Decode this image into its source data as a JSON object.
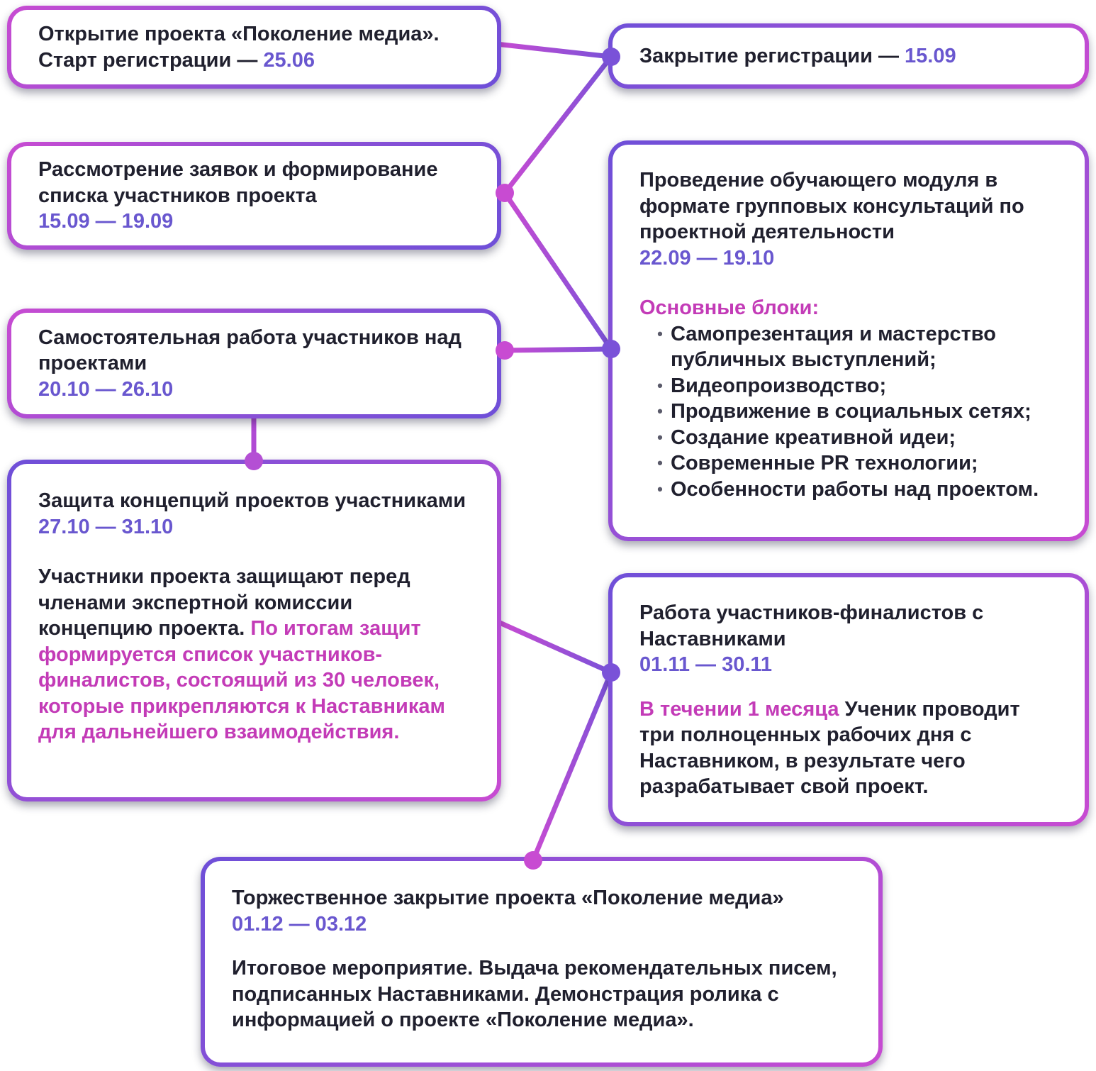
{
  "colors": {
    "border_purple": "#6e4fd8",
    "border_magenta": "#c84bd2",
    "date_purple": "#6957cf",
    "accent_pink": "#c33bb7",
    "text_dark": "#20202e",
    "background": "#ffffff"
  },
  "boxes": {
    "opening": {
      "text": "Открытие проекта «Поколение медиа». Старт регистрации — ",
      "date": "25.06"
    },
    "registration_close": {
      "text": "Закрытие регистрации — ",
      "date": "15.09"
    },
    "applications": {
      "title": "Рассмотрение заявок и формирование списка участников проекта",
      "date": "15.09 — 19.09"
    },
    "training_module": {
      "title": "Проведение обучающего модуля в формате групповых консультаций по проектной деятельности",
      "date": "22.09 — 19.10",
      "blocks_heading": "Основные блоки:",
      "bullets": [
        "Самопрезентация и мастерство публичных выступлений;",
        "Видеопроизводство;",
        "Продвижение в социальных сетях;",
        "Создание креативной идеи;",
        "Современные PR технологии;",
        "Особенности работы над проектом."
      ]
    },
    "independent_work": {
      "title": "Самостоятельная работа участников над проектами",
      "date": "20.10 — 26.10"
    },
    "defense": {
      "title": "Защита концепций проектов участниками",
      "date": "27.10 — 31.10",
      "paragraph_plain": "Участники проекта защищают перед членами экспертной комиссии концепцию проекта. ",
      "paragraph_accent": "По итогам защит формируется список участников-финалистов, состоящий из 30 человек, которые прикрепляются к Наставникам для дальнейшего взаимодействия."
    },
    "mentors": {
      "title": "Работа участников-финалистов с Наставниками",
      "date": "01.11 — 30.11",
      "paragraph_accent": "В течении 1 месяца ",
      "paragraph_plain": "Ученик проводит три полноценных рабочих дня с Наставником, в результате чего разрабатывает свой проект."
    },
    "closing": {
      "title": "Торжественное закрытие проекта «Поколение медиа»",
      "date": "01.12 — 03.12",
      "paragraph": "Итоговое мероприятие. Выдача рекомендательных писем, подписанных Наставниками. Демонстрация ролика с информацией о проекте «Поколение медиа»."
    }
  }
}
